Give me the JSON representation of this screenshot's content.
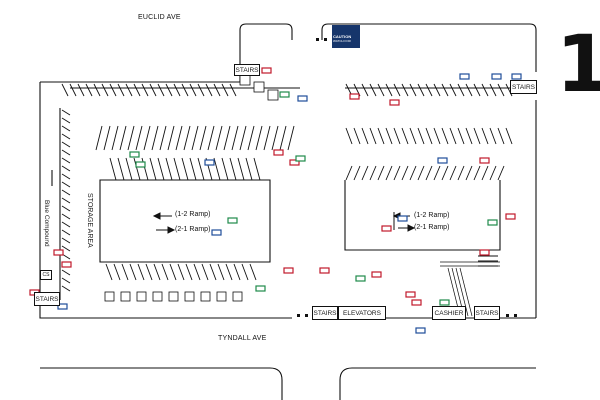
{
  "map": {
    "streets": {
      "top": "EUCLID AVE",
      "bottom": "TYNDALL AVE"
    },
    "level_number": "1",
    "labels": {
      "stairs": "STAIRS",
      "elevators": "ELEVATORS",
      "cashier": "CASHIER",
      "storage_area": "STORAGE AREA",
      "blue_compound": "Blue Compound",
      "ramp_12": "(1-2 Ramp)",
      "ramp_21": "(2-1 Ramp)",
      "cs": "CS"
    },
    "caution_sign": {
      "line1": "CAUTION",
      "line2": "WATCH FOR"
    },
    "colors": {
      "ink": "#111111",
      "red_marker": "#c0192b",
      "green_marker": "#1e8a4a",
      "blue_marker": "#1f4e9a",
      "sign_navy": "#16356b"
    }
  }
}
